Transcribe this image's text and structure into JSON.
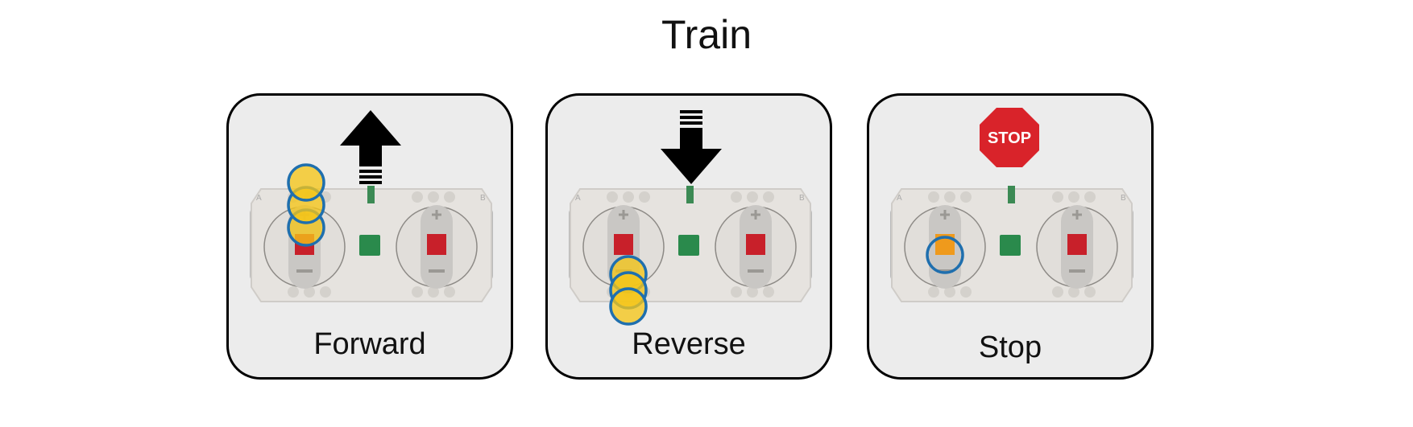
{
  "title": "Train",
  "panels": [
    {
      "label": "Forward",
      "direction": "up",
      "highlight": "left-lever-up"
    },
    {
      "label": "Reverse",
      "direction": "down",
      "highlight": "left-lever-down"
    },
    {
      "label": "Stop",
      "sign_text": "STOP",
      "highlight": "left-lever-center"
    }
  ],
  "remote": {
    "left_port": "A",
    "right_port": "B"
  },
  "colors": {
    "stop_sign": "#d9232a",
    "highlight_fill": "#f5c518",
    "highlight_ring": "#1f6fae",
    "center_button": "#2a8a4c",
    "lever_button": "#c8202a",
    "center_highlight": "#ef9a1c"
  }
}
